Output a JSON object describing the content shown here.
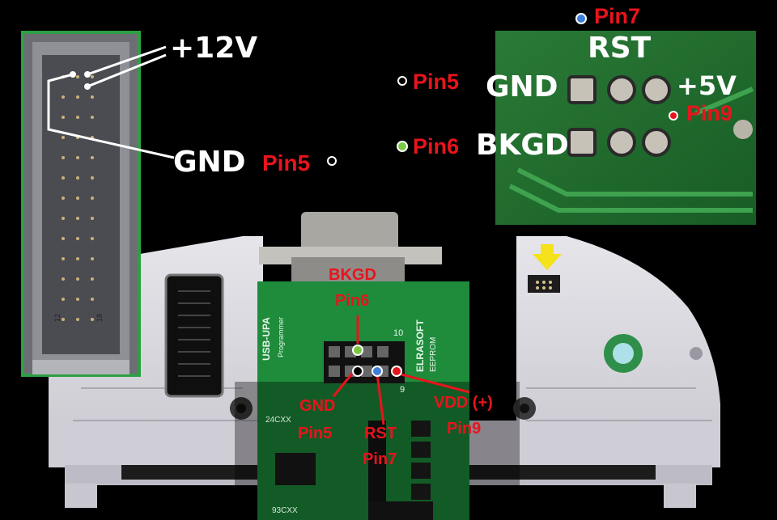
{
  "colors": {
    "label_red": "#e8141c",
    "label_white": "#ffffff",
    "pcb_green": "#1f8a3a",
    "dot_green": "#7ac943",
    "dot_blue": "#3d7fd9",
    "dot_red": "#e8141c",
    "arrow_yellow": "#f5e21b",
    "housing": "#d9d8de"
  },
  "connector": {
    "v12": "+12V",
    "gnd": "GND",
    "gnd_pin": "Pin5",
    "pin_number_left": "12",
    "pin_number_right": "18"
  },
  "top_right": {
    "pin7": "Pin7",
    "rst": "RST",
    "pin5": "Pin5",
    "gnd": "GND",
    "v5": "+5V",
    "pin9": "Pin9",
    "pin6": "Pin6",
    "bkgd": "BKGD"
  },
  "programmer": {
    "bkgd": "BKGD",
    "pin6": "Pin6",
    "gnd": "GND",
    "gnd_pin": "Pin5",
    "rst": "RST",
    "rst_pin": "Pin7",
    "vdd": "VDD (+)",
    "vdd_pin": "Pin9",
    "board_name": "USB-UPA",
    "board_sub": "Programmer",
    "brand": "ELRASOFT",
    "brand_sub": "EEPROM",
    "header_10": "10",
    "header_9": "9",
    "chip_24": "24CXX",
    "chip_93": "93CXX"
  }
}
